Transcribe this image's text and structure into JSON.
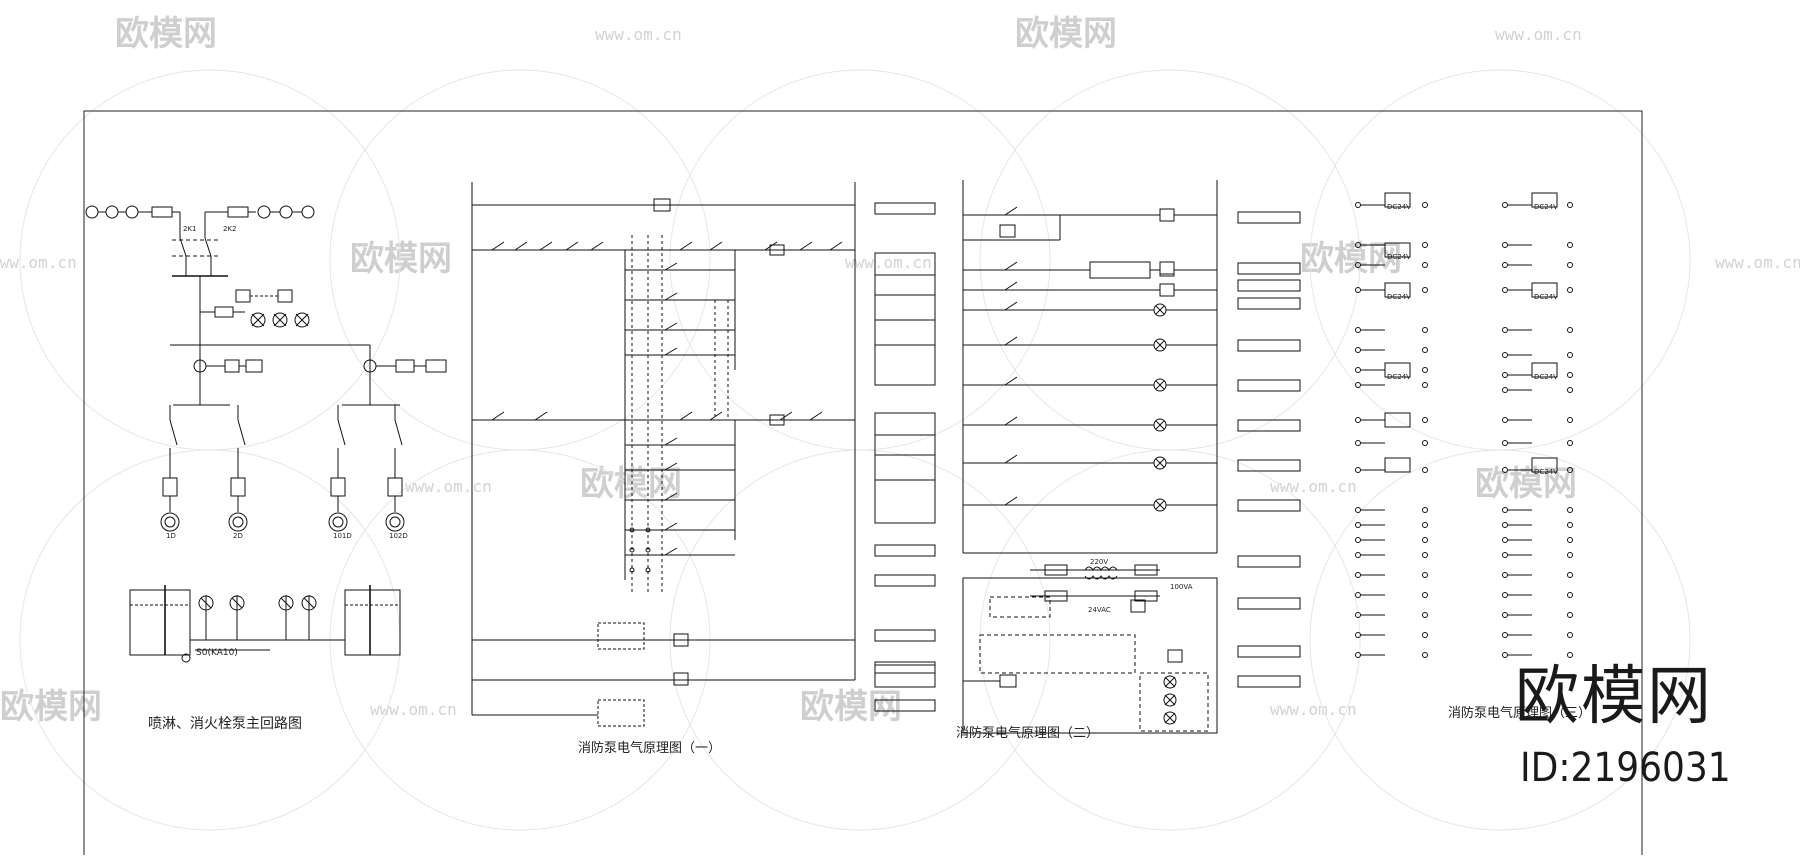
{
  "watermark": {
    "logo_text": "欧模网",
    "url_text": "www.om.cn"
  },
  "drawing": {
    "title_main_circuit": "喷淋、消火栓泵主回路图",
    "title_schematic_1": "消防泵电气原理图（一）",
    "title_schematic_2": "消防泵电气原理图（二）",
    "title_schematic_3": "消防泵电气原理图（三）",
    "main_circuit_labels": {
      "breaker_1": "2K1",
      "breaker_2": "2K2",
      "pump_1": "1D",
      "pump_2": "2D",
      "pump_3": "101D",
      "pump_4": "102D",
      "float_switch": "S0(KA10)"
    },
    "coil_labels": [
      "DC24V",
      "DC24V",
      "DC24V",
      "DC24V",
      "DC24V",
      "DC24V",
      "DC24V",
      "DC24V"
    ],
    "voltage_labels": [
      "220V",
      "24VAC",
      "100VA"
    ]
  },
  "brand": {
    "name": "欧模网",
    "id_text": "ID:2196031"
  }
}
